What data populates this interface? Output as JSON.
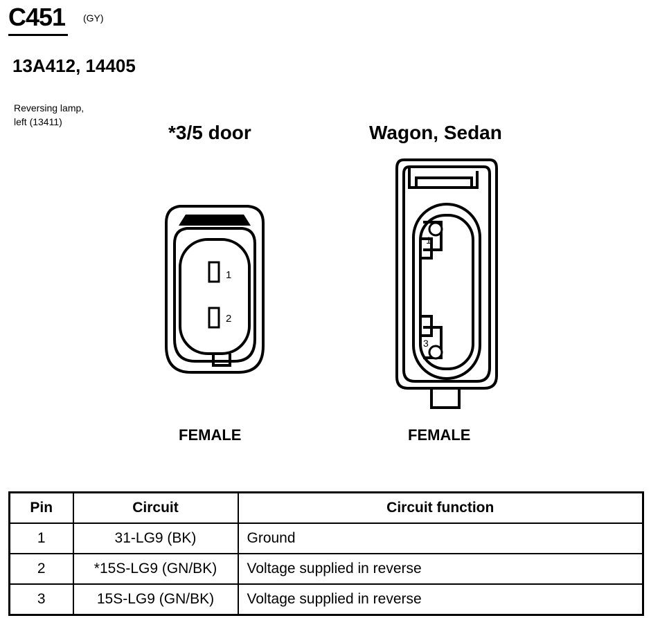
{
  "header": {
    "connector_id": "C451",
    "color_code": "(GY)",
    "part_numbers": "13A412, 14405",
    "component_line1": "Reversing lamp,",
    "component_line2": "left (13411)"
  },
  "views": [
    {
      "title": "*3/5 door",
      "gender": "FEMALE",
      "pins": [
        "1",
        "2"
      ]
    },
    {
      "title": "Wagon, Sedan",
      "gender": "FEMALE",
      "pins": [
        "1",
        "3"
      ]
    }
  ],
  "table": {
    "headers": [
      "Pin",
      "Circuit",
      "Circuit function"
    ],
    "rows": [
      {
        "pin": "1",
        "circuit": "31-LG9 (BK)",
        "function": "Ground"
      },
      {
        "pin": "2",
        "circuit": "*15S-LG9 (GN/BK)",
        "function": "Voltage supplied in reverse"
      },
      {
        "pin": "3",
        "circuit": "15S-LG9 (GN/BK)",
        "function": "Voltage supplied in reverse"
      }
    ]
  }
}
